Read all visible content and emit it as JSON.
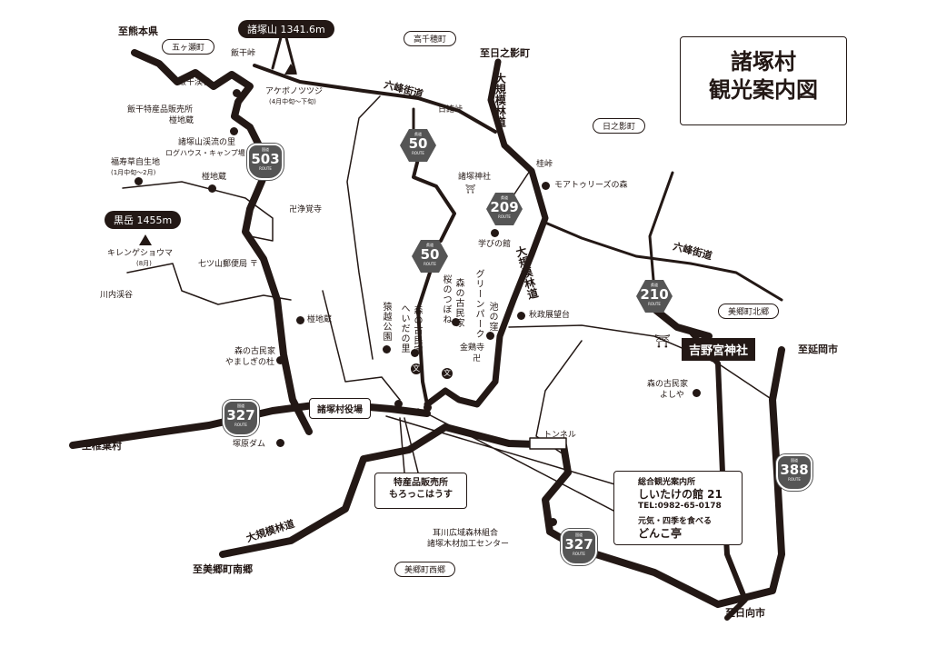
{
  "title": {
    "line1": "諸塚村",
    "line2": "観光案内図"
  },
  "peaks": [
    {
      "label": "諸塚山 1341.6m"
    },
    {
      "label": "黒岳 1455m"
    }
  ],
  "areas": [
    "五ヶ瀬町",
    "高千穂町",
    "日之影町",
    "美郷町北郷",
    "美郷町西郷"
  ],
  "directions": [
    "至熊本県",
    "至日之影町",
    "至延岡市",
    "至椎葉村",
    "至美郷町南郷",
    "至日向市"
  ],
  "roads": {
    "rokuho": "六峰街道",
    "daikibo": "大規模林道"
  },
  "routes": [
    {
      "number": "503",
      "type": "国道",
      "sub": "ROUTE"
    },
    {
      "number": "50",
      "type": "県道",
      "sub": "ROUTE"
    },
    {
      "number": "209",
      "type": "県道",
      "sub": "ROUTE"
    },
    {
      "number": "210",
      "type": "県道",
      "sub": "ROUTE"
    },
    {
      "number": "327",
      "type": "国道",
      "sub": "ROUTE"
    },
    {
      "number": "388",
      "type": "国道",
      "sub": "ROUTE"
    }
  ],
  "places": {
    "iiboshi_toge": "飯干峠",
    "iiboshi_keikoku": "飯干渓谷",
    "tokusan": "飯干特産品販売所",
    "kunugi1": "椪地蔵",
    "keiryu": "諸塚山渓流の里",
    "logu": "ログハウス・キャンプ場",
    "fukuju": "福寿草自生地",
    "fukuju_note": "(1月中旬〜2月)",
    "kunugi2": "椪地蔵",
    "akebono": "アケボノツツジ",
    "akebono_note": "(4月中旬〜下旬)",
    "jokaku": "浄覚寺",
    "kirenge": "キレンゲショウマ",
    "kirenge_note": "(8月)",
    "nanatsu": "七ツ山郵便局",
    "kawauchi": "川内渓谷",
    "kunugi3": "椪地蔵",
    "yamashigi1": "森の古民家",
    "yamashigi2": "やましぎの杜",
    "tsukabara": "塚原ダム",
    "hijiro": "日諸峠",
    "jinja": "諸塚神社",
    "katsura": "桂峠",
    "moa": "モアトゥリーズの森",
    "manabi": "学びの館",
    "sarugoe": "猿越公園",
    "heida1": "森の古民家",
    "heida2": "へいだの里",
    "sakura1": "森の古民家",
    "sakura2": "桜のつぼね",
    "green": "グリーンパーク",
    "ikenokubo": "池の窪",
    "akimasa": "秋政展望台",
    "kinkei": "金鶏寺",
    "yoshiya1": "森の古民家",
    "yoshiya2": "よしや",
    "tunnel": "トンネル",
    "mimikawa1": "耳川広域森林組合",
    "mimikawa2": "諸塚木材加工センター",
    "school": "文",
    "temple": "卍",
    "shrine": "⛩",
    "post": "〒"
  },
  "yakuba": "諸塚村役場",
  "yoshino": "吉野宮神社",
  "morokko": {
    "line1": "特産品販売所",
    "line2": "もろっこはうす"
  },
  "info": {
    "line1": "総合観光案内所",
    "line2": "しいたけの館 21",
    "tel": "TEL:0982-65-0178",
    "line3": "元気・四季を食べる",
    "line4": "どんこ亭"
  },
  "colors": {
    "ink": "#231815",
    "shield": "#555555"
  }
}
